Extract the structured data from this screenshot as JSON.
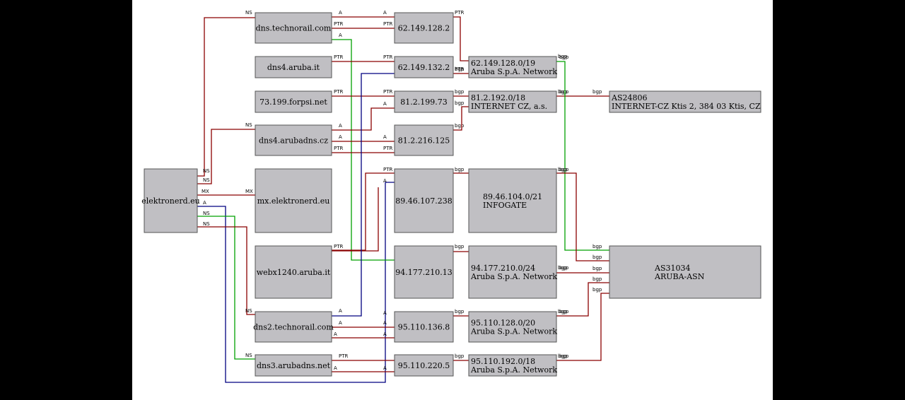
{
  "colors": {
    "red": "#8b0000",
    "green": "#00a000",
    "blue": "#000080",
    "node_fill": "#c0bfc3"
  },
  "nodes": [
    {
      "id": "elektronerd",
      "lines": [
        "elektronerd.eu"
      ]
    },
    {
      "id": "dns_technorail",
      "lines": [
        "dns.technorail.com"
      ]
    },
    {
      "id": "dns4_aruba_it",
      "lines": [
        "dns4.aruba.it"
      ]
    },
    {
      "id": "forpsi",
      "lines": [
        "73.199.forpsi.net"
      ]
    },
    {
      "id": "dns4_arubadns_cz",
      "lines": [
        "dns4.arubadns.cz"
      ]
    },
    {
      "id": "mx_elektronerd",
      "lines": [
        "mx.elektronerd.eu"
      ]
    },
    {
      "id": "webx1240",
      "lines": [
        "webx1240.aruba.it"
      ]
    },
    {
      "id": "dns2_technorail",
      "lines": [
        "dns2.technorail.com"
      ]
    },
    {
      "id": "dns3_arubadns_net",
      "lines": [
        "dns3.arubadns.net"
      ]
    },
    {
      "id": "ip_62_149_128_2",
      "lines": [
        "62.149.128.2"
      ]
    },
    {
      "id": "ip_62_149_132_2",
      "lines": [
        "62.149.132.2"
      ]
    },
    {
      "id": "ip_81_2_199_73",
      "lines": [
        "81.2.199.73"
      ]
    },
    {
      "id": "ip_81_2_216_125",
      "lines": [
        "81.2.216.125"
      ]
    },
    {
      "id": "ip_89_46_107_238",
      "lines": [
        "89.46.107.238"
      ]
    },
    {
      "id": "ip_94_177_210_13",
      "lines": [
        "94.177.210.13"
      ]
    },
    {
      "id": "ip_95_110_136_8",
      "lines": [
        "95.110.136.8"
      ]
    },
    {
      "id": "ip_95_110_220_5",
      "lines": [
        "95.110.220.5"
      ]
    },
    {
      "id": "net_62_149",
      "lines": [
        "62.149.128.0/19",
        "Aruba S.p.A. Network"
      ]
    },
    {
      "id": "net_81_2",
      "lines": [
        "81.2.192.0/18",
        "INTERNET CZ, a.s."
      ]
    },
    {
      "id": "net_89_46",
      "lines": [
        "89.46.104.0/21",
        "INFOGATE"
      ]
    },
    {
      "id": "net_94_177",
      "lines": [
        "94.177.210.0/24",
        "Aruba S.p.A. Network"
      ]
    },
    {
      "id": "net_95_110_128",
      "lines": [
        "95.110.128.0/20",
        "Aruba S.p.A. Network"
      ]
    },
    {
      "id": "net_95_110_192",
      "lines": [
        "95.110.192.0/18",
        "Aruba S.p.A. Network"
      ]
    },
    {
      "id": "as24806",
      "lines": [
        "AS24806",
        "INTERNET-CZ Ktis 2, 384 03 Ktis, CZ"
      ]
    },
    {
      "id": "as31034",
      "lines": [
        "AS31034",
        "ARUBA-ASN"
      ]
    }
  ],
  "edges": [
    {
      "from": "elektronerd",
      "to": "dns_technorail",
      "type": "NS",
      "color": "red"
    },
    {
      "from": "elektronerd",
      "to": "dns4_arubadns_cz",
      "type": "NS",
      "color": "red"
    },
    {
      "from": "elektronerd",
      "to": "mx_elektronerd",
      "type": "MX",
      "color": "red"
    },
    {
      "from": "elektronerd",
      "to": "ip_95_110_220_5",
      "type": "A",
      "color": "blue"
    },
    {
      "from": "elektronerd",
      "to": "dns3_arubadns_net",
      "type": "NS",
      "color": "green"
    },
    {
      "from": "elektronerd",
      "to": "dns2_technorail",
      "type": "NS",
      "color": "red"
    },
    {
      "from": "dns_technorail",
      "to": "ip_62_149_128_2",
      "type": "A",
      "color": "red"
    },
    {
      "from": "dns_technorail",
      "to": "ip_62_149_128_2",
      "type": "PTR",
      "color": "red"
    },
    {
      "from": "dns_technorail",
      "to": "ip_94_177_210_13",
      "type": "A",
      "color": "green"
    },
    {
      "from": "dns4_aruba_it",
      "to": "ip_62_149_132_2",
      "type": "PTR",
      "color": "red"
    },
    {
      "from": "forpsi",
      "to": "ip_81_2_199_73",
      "type": "PTR",
      "color": "red"
    },
    {
      "from": "dns4_arubadns_cz",
      "to": "ip_81_2_199_73",
      "type": "A",
      "color": "red"
    },
    {
      "from": "dns4_arubadns_cz",
      "to": "ip_81_2_216_125",
      "type": "A",
      "color": "red"
    },
    {
      "from": "dns4_arubadns_cz",
      "to": "ip_81_2_216_125",
      "type": "PTR",
      "color": "red"
    },
    {
      "from": "webx1240",
      "to": "ip_89_46_107_238",
      "type": "PTR",
      "color": "red"
    },
    {
      "from": "webx1240",
      "to": "ip_89_46_107_238",
      "type": "A",
      "color": "red"
    },
    {
      "from": "dns2_technorail",
      "to": "ip_62_149_132_2",
      "type": "A",
      "color": "blue"
    },
    {
      "from": "dns2_technorail",
      "to": "ip_95_110_136_8",
      "type": "A",
      "color": "red"
    },
    {
      "from": "dns2_technorail",
      "to": "ip_95_110_136_8",
      "type": "PTR",
      "color": "red"
    },
    {
      "from": "dns3_arubadns_net",
      "to": "ip_95_110_220_5",
      "type": "A",
      "color": "red"
    },
    {
      "from": "dns3_arubadns_net",
      "to": "ip_95_110_220_5",
      "type": "PTR",
      "color": "red"
    },
    {
      "from": "ip_62_149_128_2",
      "to": "net_62_149",
      "type": "bgp",
      "color": "red"
    },
    {
      "from": "ip_62_149_132_2",
      "to": "net_62_149",
      "type": "bgp",
      "color": "red"
    },
    {
      "from": "ip_81_2_199_73",
      "to": "net_81_2",
      "type": "bgp",
      "color": "red"
    },
    {
      "from": "ip_81_2_216_125",
      "to": "net_81_2",
      "type": "bgp",
      "color": "red"
    },
    {
      "from": "ip_89_46_107_238",
      "to": "net_89_46",
      "type": "bgp",
      "color": "red"
    },
    {
      "from": "ip_94_177_210_13",
      "to": "net_94_177",
      "type": "bgp",
      "color": "red"
    },
    {
      "from": "ip_95_110_136_8",
      "to": "net_95_110_128",
      "type": "bgp",
      "color": "red"
    },
    {
      "from": "ip_95_110_220_5",
      "to": "net_95_110_192",
      "type": "bgp",
      "color": "red"
    },
    {
      "from": "net_81_2",
      "to": "as24806",
      "type": "bgp",
      "color": "red"
    },
    {
      "from": "net_62_149",
      "to": "as31034",
      "type": "bgp",
      "color": "green"
    },
    {
      "from": "net_89_46",
      "to": "as31034",
      "type": "bgp",
      "color": "red"
    },
    {
      "from": "net_94_177",
      "to": "as31034",
      "type": "bgp",
      "color": "red"
    },
    {
      "from": "net_95_110_128",
      "to": "as31034",
      "type": "bgp",
      "color": "red"
    },
    {
      "from": "net_95_110_192",
      "to": "as31034",
      "type": "bgp",
      "color": "red"
    }
  ]
}
